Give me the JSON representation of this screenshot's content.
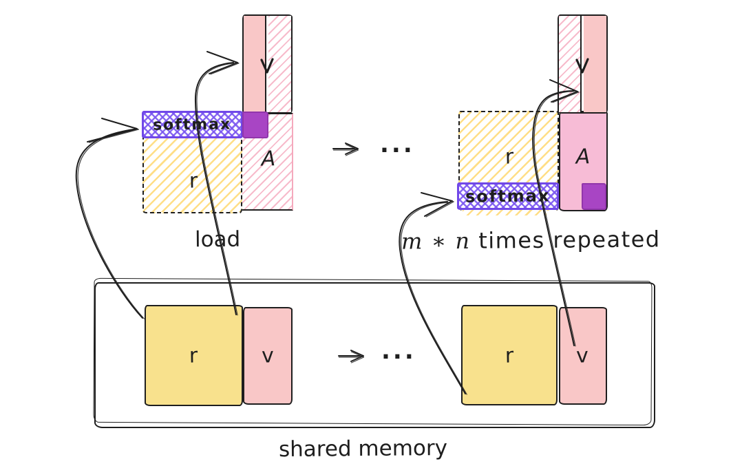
{
  "stage_left": {
    "softmax_label": "softmax",
    "r_label": "r",
    "a_label": "A"
  },
  "stage_right": {
    "softmax_label": "softmax",
    "r_label": "r",
    "a_label": "A"
  },
  "captions": {
    "load": "load",
    "repeat_math": "m ∗ n",
    "repeat_text": " times repeated",
    "shared_memory": "shared memory",
    "ellipsis_top": "...",
    "ellipsis_bottom": "..."
  },
  "memory": {
    "left": {
      "r": "r",
      "v": "v"
    },
    "right": {
      "r": "r",
      "v": "v"
    }
  },
  "colors": {
    "ink": "#1e1e1e",
    "yellow_fill": "#f8e18d",
    "yellow_hatch": "#ffcd46",
    "salmon_fill": "#f9c7c7",
    "pink_hatch": "#f396af",
    "pink_fill": "#f7bcd6",
    "purple_fill": "#a845c4",
    "violet_stroke": "#7048e8"
  }
}
